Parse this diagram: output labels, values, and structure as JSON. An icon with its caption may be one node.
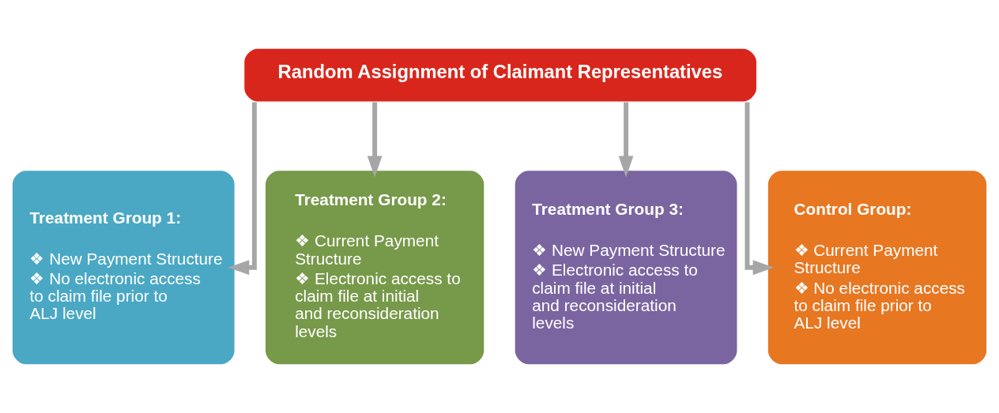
{
  "diagram": {
    "nodes": [
      {
        "text": [
          "Random Assignment of Claimant Representatives"
        ]
      },
      {
        "text": [
          "Treatment Group 1:",
          "❖ New Payment Structure",
          "❖ No electronic access to claim file prior to ALJ level"
        ]
      },
      {
        "text": [
          "Treatment Group 2:",
          "❖ Current Payment Structure",
          "❖ Electronic access to claim file at initial and reconsideration levels"
        ]
      },
      {
        "text": [
          "Treatment Group 3:",
          "❖ New Payment Structure",
          "❖ Electronic access to claim file at initial and reconsideration levels"
        ]
      },
      {
        "text": [
          "Control Group:",
          "❖ Current Payment Structure",
          "❖ No electronic access to claim file prior to ALJ level"
        ]
      }
    ],
    "edges": [
      {
        "from": 0,
        "to": 1,
        "arrow": "to"
      },
      {
        "from": 0,
        "to": 2,
        "arrow": "to"
      },
      {
        "from": 0,
        "to": 3,
        "arrow": "to"
      },
      {
        "from": 0,
        "to": 4,
        "arrow": "to"
      }
    ]
  }
}
